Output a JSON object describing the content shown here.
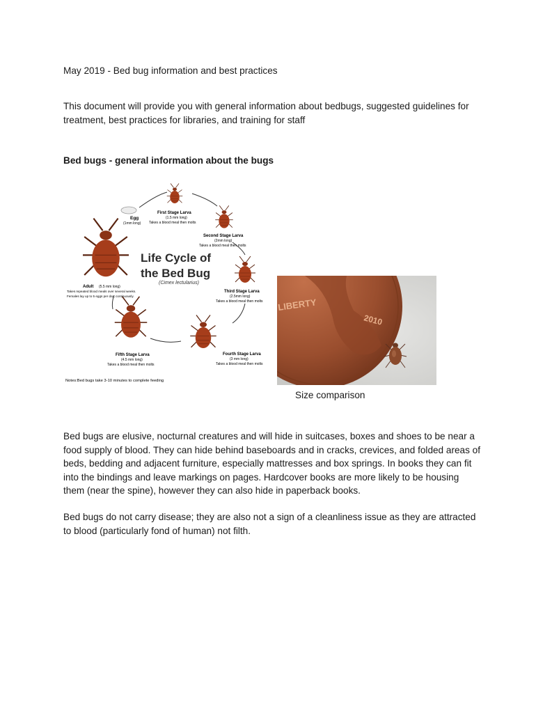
{
  "document": {
    "title": "May 2019 - Bed bug information and best practices",
    "intro": "This document will provide you with general information about bedbugs, suggested guidelines for treatment, best practices for libraries, and training for staff",
    "section_heading": "Bed bugs - general information about the bugs",
    "paragraph_1": "Bed bugs are elusive, nocturnal creatures and will hide in suitcases, boxes and shoes to be near a food supply of blood. They can hide behind baseboards and in cracks, crevices, and folded areas of beds, bedding and adjacent furniture, especially mattresses and box springs.  In books they can fit into the bindings and leave markings on pages. Hardcover books are more likely to be housing them (near the spine), however they can also hide in paperback books.",
    "paragraph_2": "Bed bugs do not carry disease; they are also not a sign of a cleanliness issue as they are attracted to blood (particularly fond of human) not filth."
  },
  "figure_lifecycle": {
    "title_line1": "Life Cycle of",
    "title_line2": "the Bed Bug",
    "species": "(Cimex lectularius)",
    "egg": "Egg",
    "egg_size": "(1mm long)",
    "stage1": "First Stage Larva",
    "stage1_size": "(1.5 mm long)",
    "stage1_note": "Takes a blood meal then molts",
    "stage2": "Second Stage Larva",
    "stage2_size": "(2mm long)",
    "stage2_note": "Takes a blood meal then molts",
    "stage3": "Third Stage Larva",
    "stage3_size": "(2.5mm long)",
    "stage3_note": "Takes a blood meal then molts",
    "stage4": "Fourth Stage Larva",
    "stage4_size": "(3 mm long)",
    "stage4_note": "Takes a blood meal then molts",
    "stage5": "Fifth Stage Larva",
    "stage5_size": "(4.5 mm long)",
    "stage5_note": "Takes a blood meal then molts",
    "adult": "Adult",
    "adult_size": "(5.5 mm long)",
    "adult_note1": "Takes repeated blood meals over several weeks.",
    "adult_note2": "Females lay up to 5 eggs per day, continuously.",
    "notes": "Notes:Bed bugs take 3-10 minutes to complete feeding"
  },
  "figure_photo": {
    "coin_text_1": "LIBERTY",
    "coin_text_2": "2010",
    "caption": "Size comparison"
  }
}
